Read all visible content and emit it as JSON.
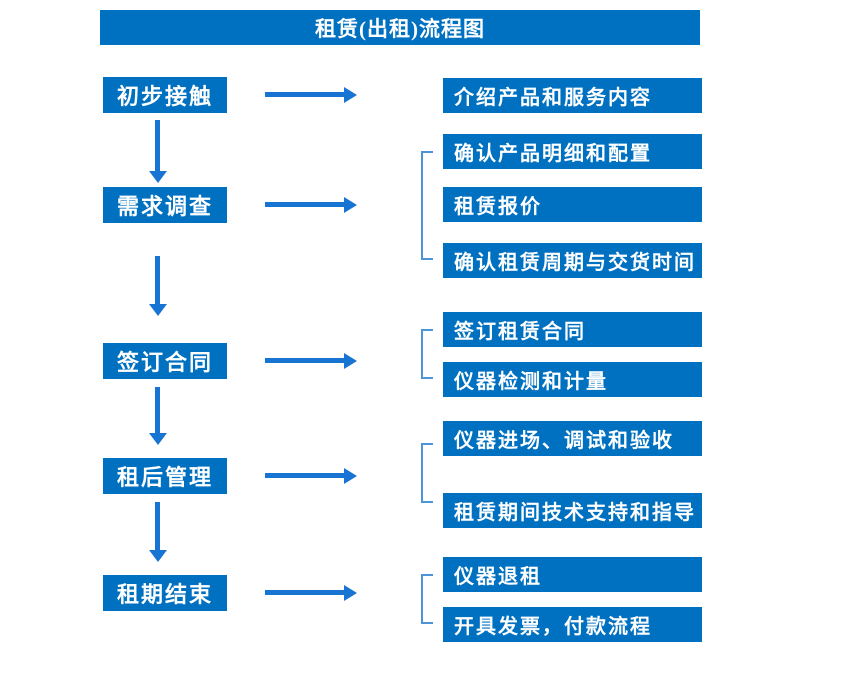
{
  "title": "租赁(出租)流程图",
  "colors": {
    "box_blue": "#0070C0",
    "arrow_blue": "#1874D2",
    "bracket_blue": "#4D93D9",
    "text_white": "#FFFFFF",
    "background": "#FFFFFF"
  },
  "stages": [
    {
      "label": "初步接触",
      "outputs": [
        "介绍产品和服务内容"
      ]
    },
    {
      "label": "需求调查",
      "outputs": [
        "确认产品明细和配置",
        "租赁报价",
        "确认租赁周期与交货时间"
      ]
    },
    {
      "label": "签订合同",
      "outputs": [
        "签订租赁合同",
        "仪器检测和计量"
      ]
    },
    {
      "label": "租后管理",
      "outputs": [
        "仪器进场、调试和验收",
        "租赁期间技术支持和指导"
      ]
    },
    {
      "label": "租期结束",
      "outputs": [
        "仪器退租",
        "开具发票，付款流程"
      ]
    }
  ]
}
